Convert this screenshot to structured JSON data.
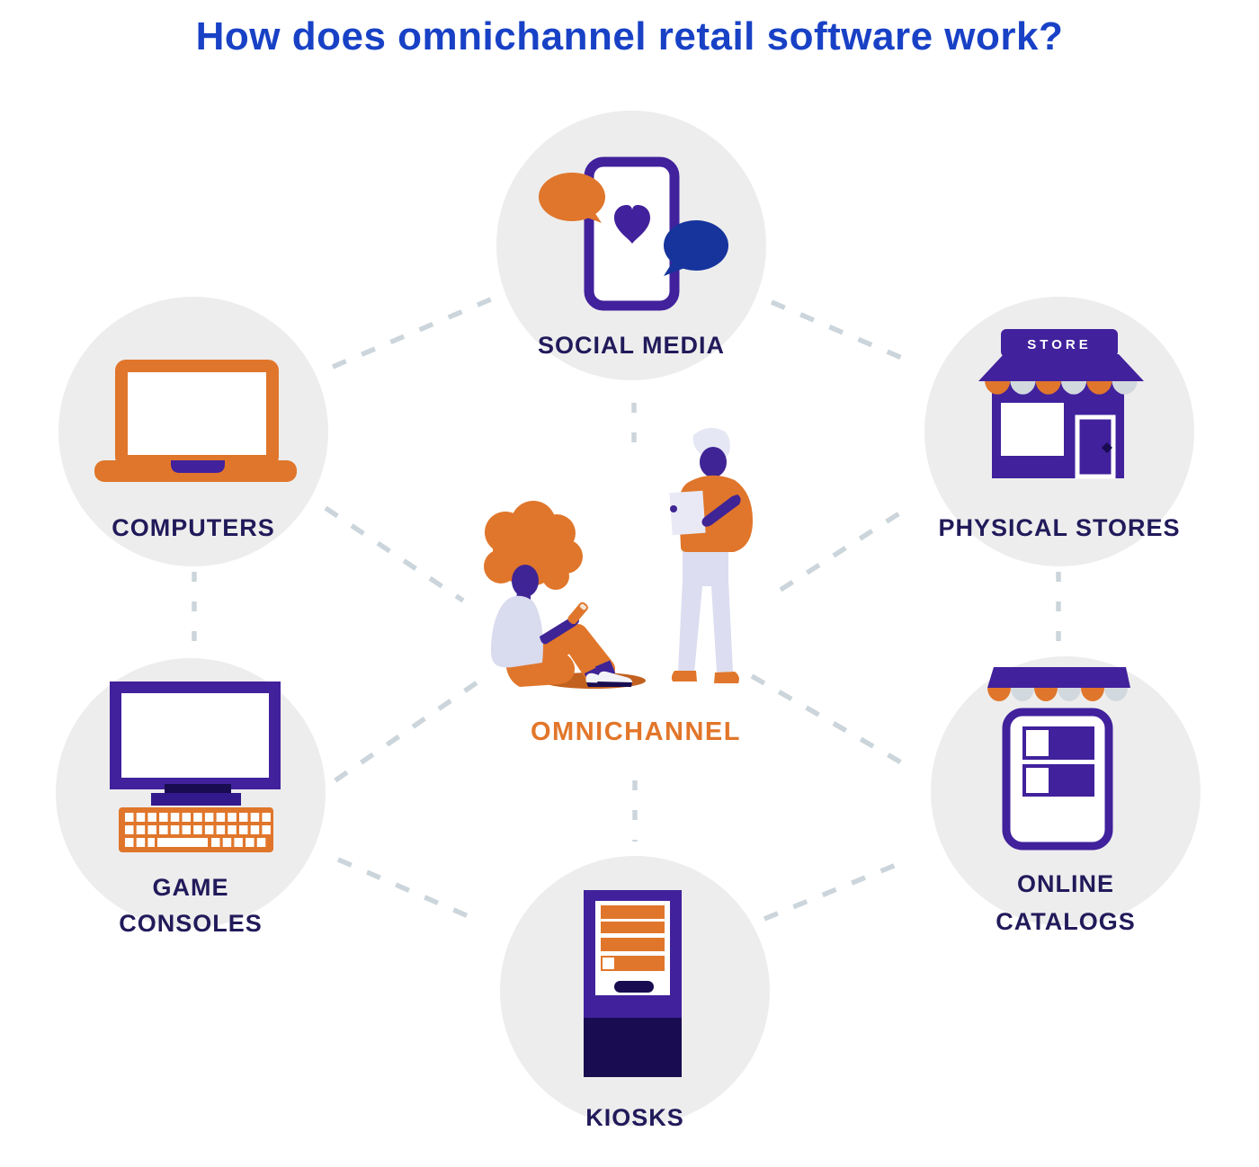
{
  "title": "How does omnichannel retail software work?",
  "center": {
    "label": "OMNICHANNEL"
  },
  "nodes": {
    "social": {
      "label": "SOCIAL MEDIA"
    },
    "computers": {
      "label": "COMPUTERS"
    },
    "stores": {
      "label": "PHYSICAL STORES",
      "sign": "STORE"
    },
    "game": {
      "line1": "GAME",
      "line2": "CONSOLES"
    },
    "catalogs": {
      "line1": "ONLINE",
      "line2": "CATALOGS"
    },
    "kiosks": {
      "label": "KIOSKS"
    }
  },
  "colors": {
    "title_blue": "#1841c6",
    "primary_purple": "#41219c",
    "dark_navy": "#190c50",
    "label_navy": "#211a5a",
    "orange": "#e0762b",
    "center_orange": "#e2762a",
    "bubble_blue": "#16349c",
    "circle_gray": "#ededed",
    "dash_gray": "#cbd5db",
    "scallop_gray": "#d2d9de",
    "skin_purple": "#3f2496",
    "lavender": "#d9dbee",
    "shadow_orange": "#c2611f"
  }
}
